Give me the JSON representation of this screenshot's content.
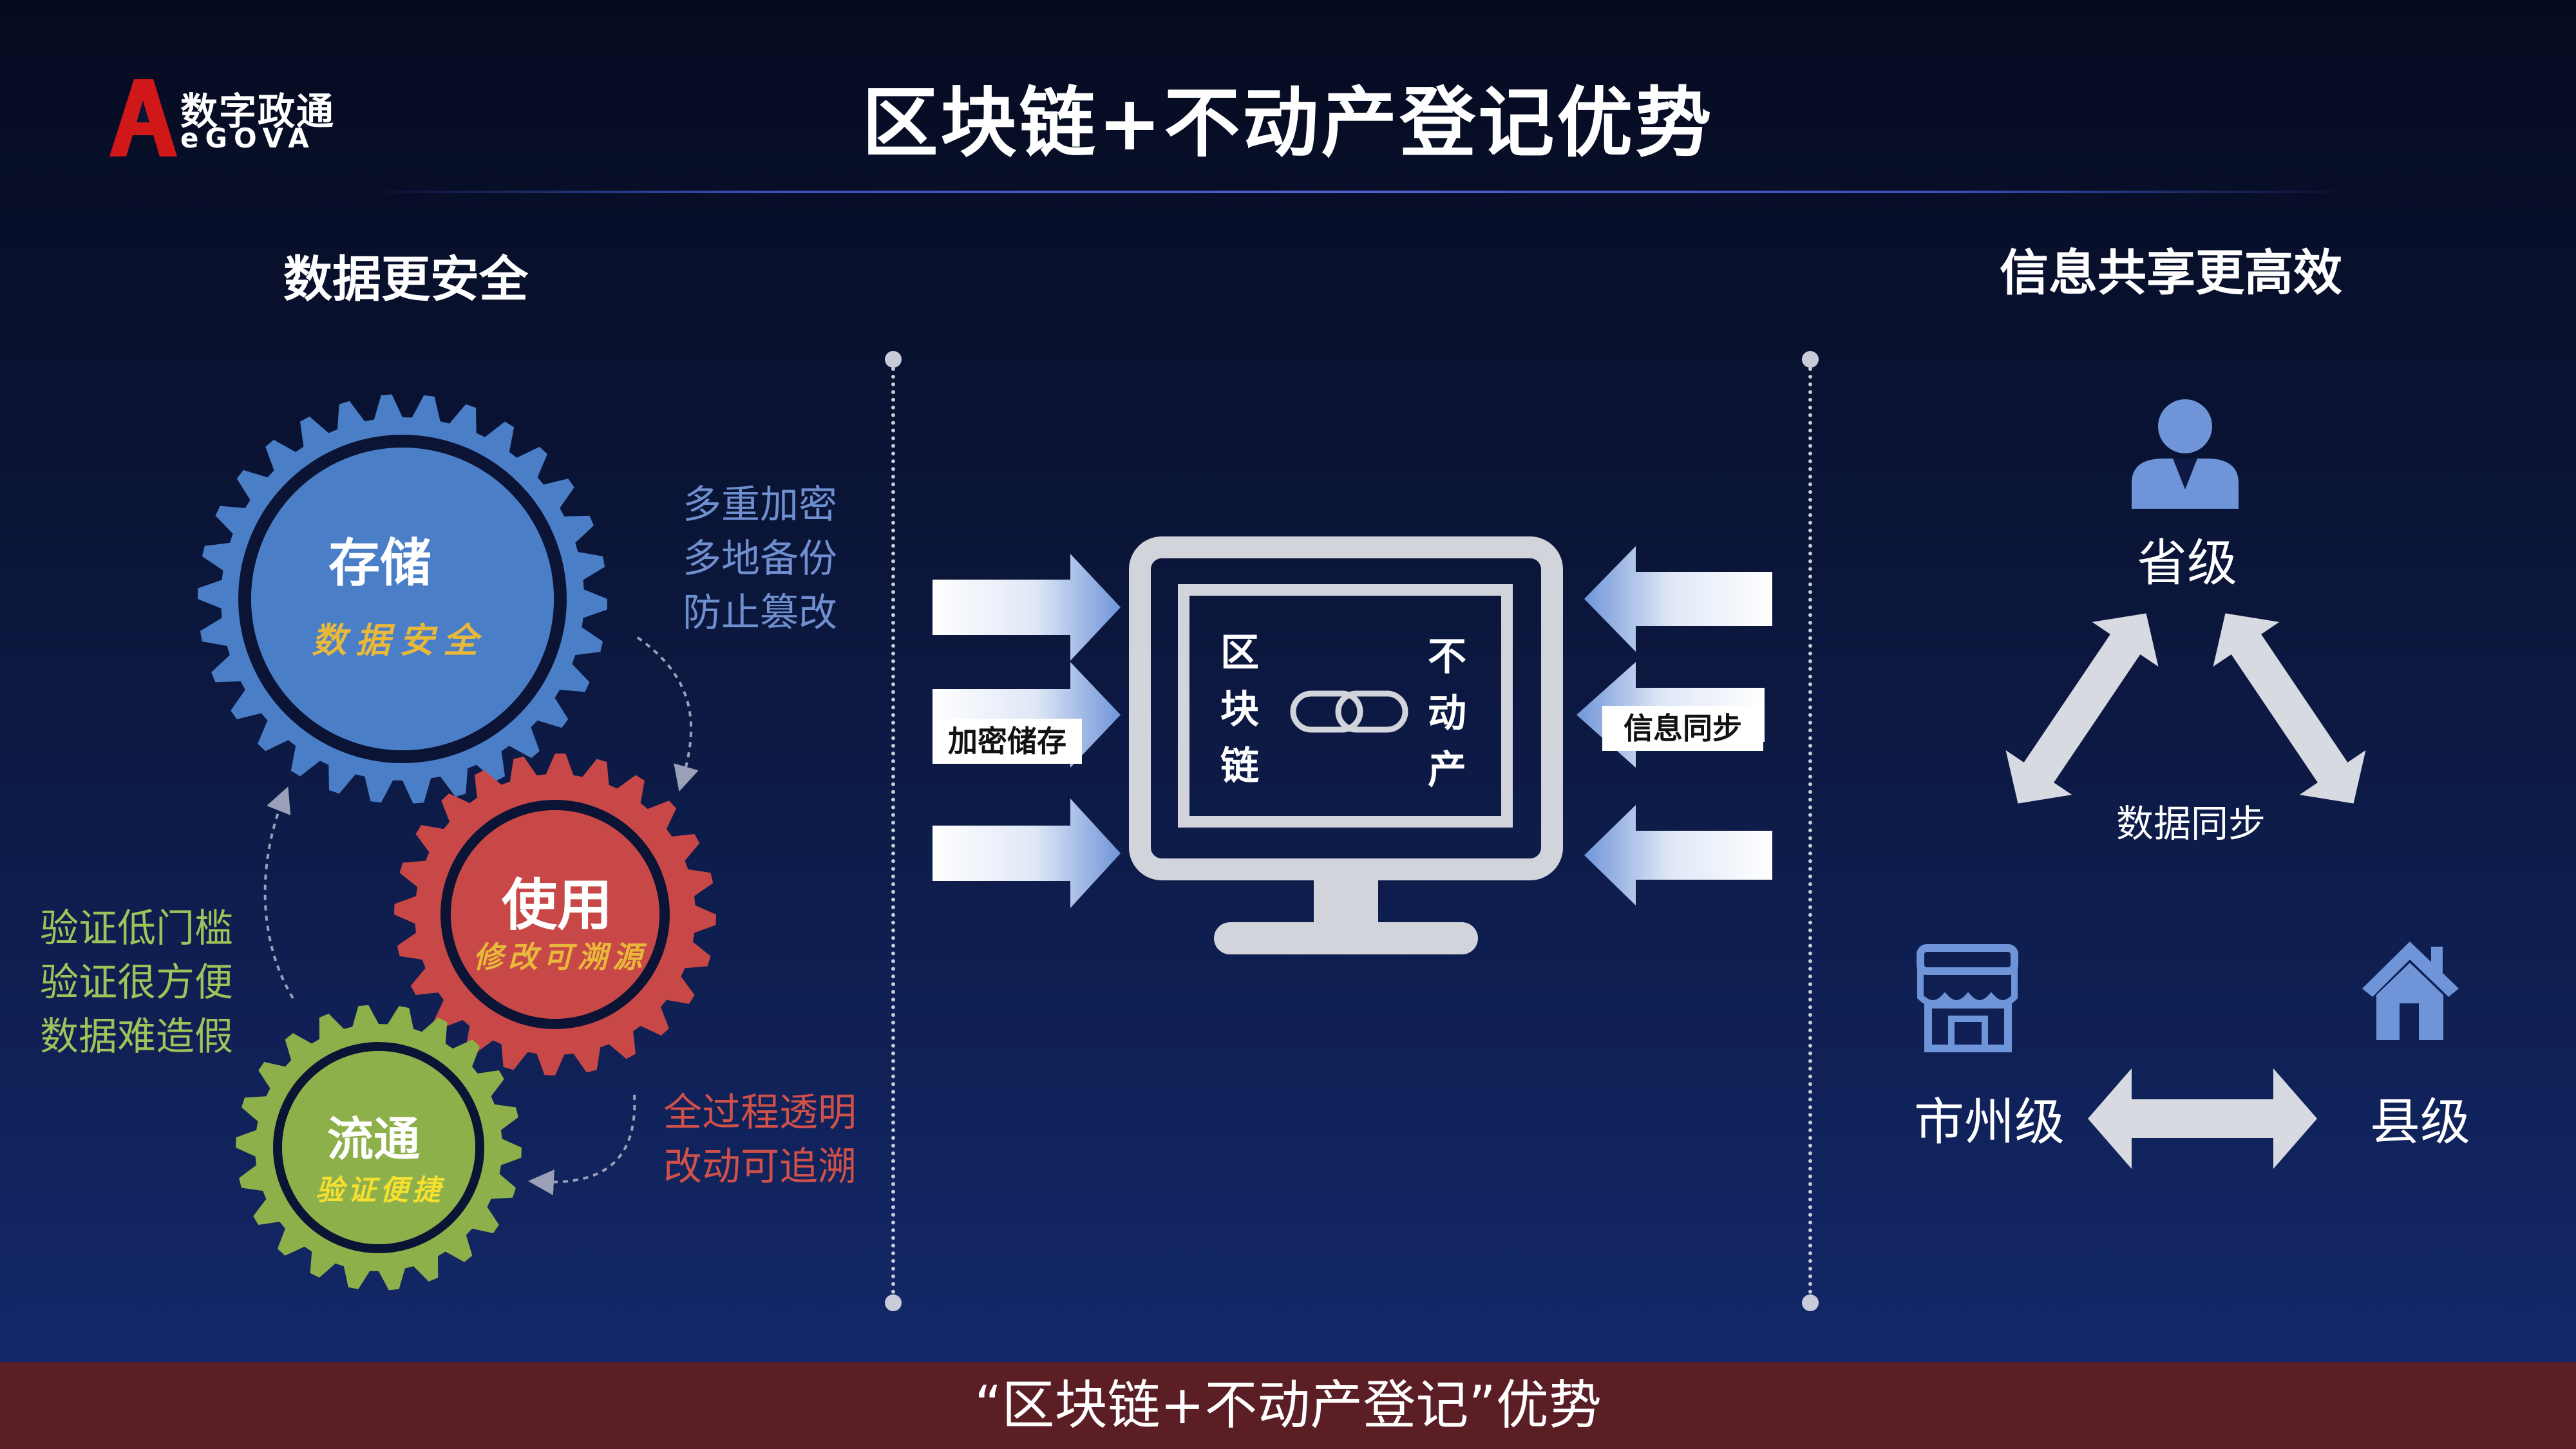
{
  "brand": {
    "name_cn": "数字政通",
    "name_en": "eGOVA",
    "logo_mark": "A",
    "color": "#d01818"
  },
  "title": "区块链+不动产登记优势",
  "left": {
    "heading": "数据更安全",
    "gears": [
      {
        "title": "存储",
        "subtitle": "数据安全",
        "color": "#4a7fc8",
        "subtitle_color": "#e8b83a"
      },
      {
        "title": "使用",
        "subtitle": "修改可溯源",
        "color": "#c84848",
        "subtitle_color": "#e8b83a"
      },
      {
        "title": "流通",
        "subtitle": "验证便捷",
        "color": "#8db04a",
        "subtitle_color": "#f5e030"
      }
    ],
    "note_blue": [
      "多重加密",
      "多地备份",
      "防止篡改"
    ],
    "note_green": [
      "验证低门槛",
      "验证很方便",
      "数据难造假"
    ],
    "note_red": [
      "全过程透明",
      "改动可追溯"
    ]
  },
  "center": {
    "left_arrow_label": "加密储存",
    "right_arrow_label": "信息同步",
    "monitor_left": [
      "区",
      "块",
      "链"
    ],
    "monitor_right": [
      "不",
      "动",
      "产"
    ],
    "icon": "chain-link-icon"
  },
  "right": {
    "heading": "信息共享更高效",
    "levels": {
      "top": "省级",
      "left": "市州级",
      "right": "县级"
    },
    "sync_label": "数据同步",
    "icons": {
      "top": "person-icon",
      "left": "storefront-icon",
      "right": "house-icon"
    }
  },
  "footer": "“区块链+不动产登记”优势",
  "colors": {
    "note_blue": "#6f8fcf",
    "note_green": "#9fc25a",
    "note_red": "#d0504a",
    "arrow_blue": "#6f95d8"
  }
}
